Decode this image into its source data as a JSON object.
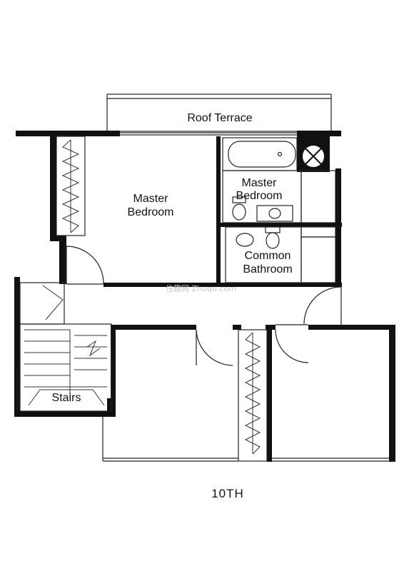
{
  "rooms": {
    "roof_terrace": "Roof Terrace",
    "master_bedroom_1": "Master",
    "master_bedroom_2": "Bedroom",
    "master_bath_1": "Master",
    "master_bath_2": "Bedroom",
    "common_bath_1": "Common",
    "common_bath_2": "Bathroom",
    "stairs": "Stairs"
  },
  "floor_label": "10TH",
  "watermark": "住趣网 Zhuqu.com",
  "colors": {
    "wall": "#111111",
    "line": "#222222",
    "background": "#ffffff"
  }
}
